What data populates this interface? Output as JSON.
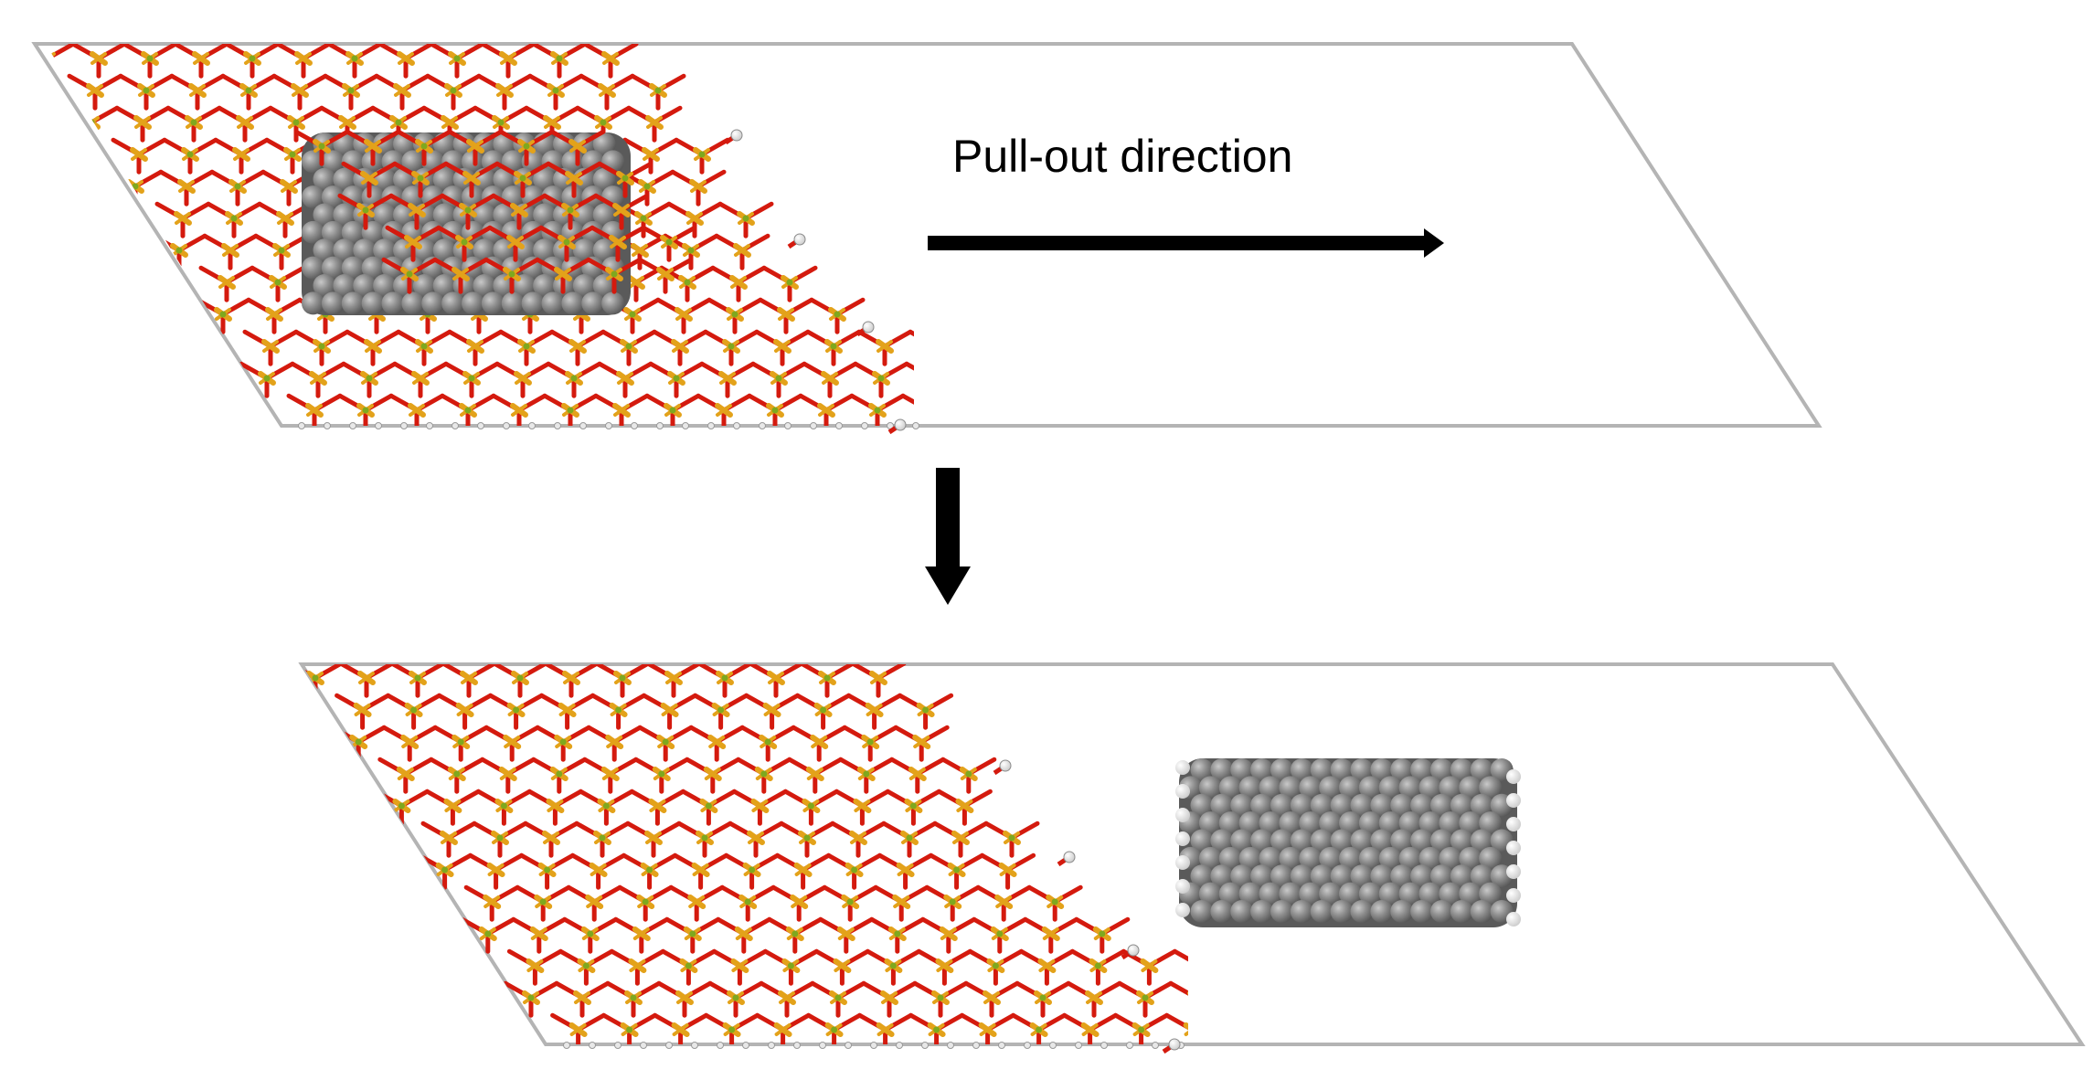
{
  "label": {
    "pull_out_direction": "Pull-out direction"
  },
  "colors": {
    "background": "#ffffff",
    "cell_border": "#b4b4b4",
    "oxygen": "#d41a0e",
    "silicon": "#e3a21a",
    "calcium": "#7fa81e",
    "hydrogen": "#f4f4f4",
    "carbon": "#6a6a6a",
    "carbon_highlight": "#9b9b9b",
    "arrow": "#000000"
  },
  "panels": [
    {
      "name": "before-pull-out",
      "contains": [
        "silicate-lattice",
        "carbon-nanotube-embedded",
        "pull-out-arrow"
      ]
    },
    {
      "name": "after-pull-out",
      "contains": [
        "silicate-lattice",
        "carbon-nanotube-separated"
      ]
    }
  ]
}
